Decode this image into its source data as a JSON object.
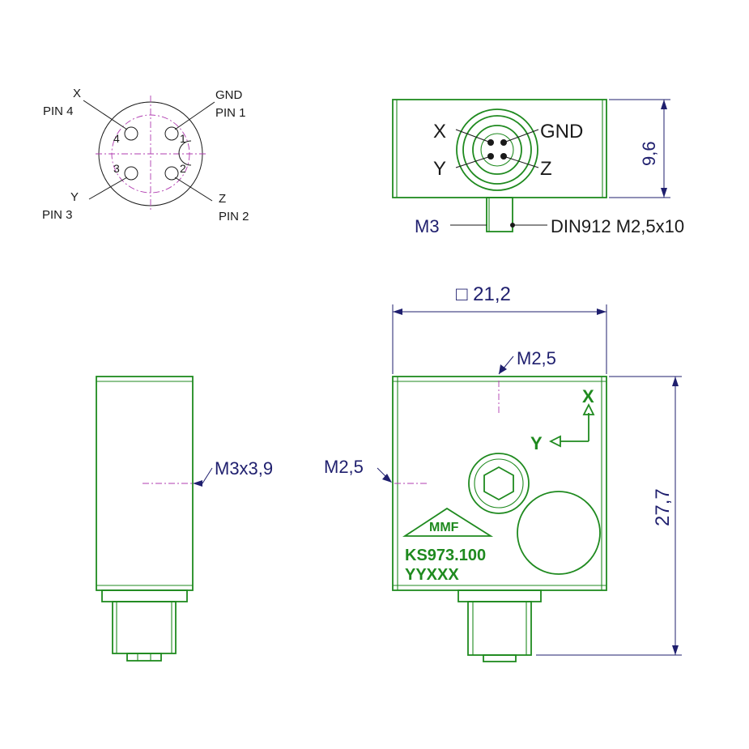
{
  "pinout": {
    "x_label": "X",
    "pin4_label": "PIN 4",
    "gnd_label": "GND",
    "pin1_label": "PIN 1",
    "y_label": "Y",
    "pin3_label": "PIN 3",
    "z_label": "Z",
    "pin2_label": "PIN 2",
    "num1": "1",
    "num2": "2",
    "num3": "3",
    "num4": "4"
  },
  "top_view": {
    "x_label": "X",
    "gnd_label": "GND",
    "y_label": "Y",
    "z_label": "Z",
    "height_dim": "9,6",
    "thread_label": "M3",
    "screw_label": "DIN912 M2,5x10"
  },
  "front_view": {
    "width_dim": "□ 21,2",
    "hole_top_label": "M2,5",
    "hole_side_label": "M2,5",
    "height_dim": "27,7",
    "axis_x": "X",
    "axis_y": "Y",
    "logo_text": "MMF",
    "model": "KS973.100",
    "serial": "YYXXX"
  },
  "side_view": {
    "thread_label": "M3x3,9"
  },
  "colors": {
    "body": "#1f8a1f",
    "dimension": "#1f1f6e",
    "centerline": "#b03cb0",
    "text": "#1a1a1a"
  }
}
